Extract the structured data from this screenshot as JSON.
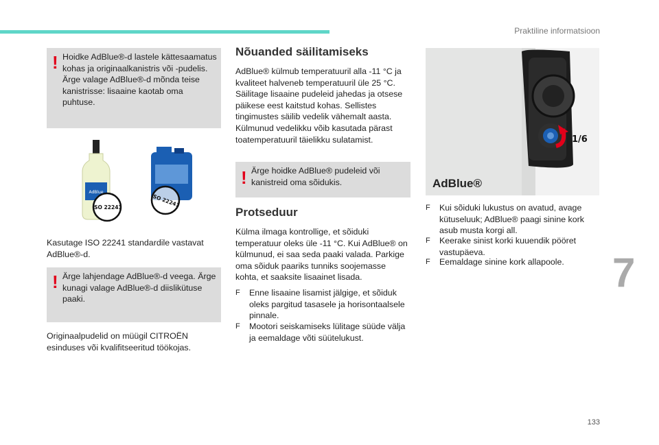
{
  "header": {
    "section_title": "Praktiline informatsioon"
  },
  "chapter": "7",
  "page_number": "133",
  "col1": {
    "warning1": "Hoidke AdBlue®-d lastele kättesaamatus kohas ja originaalkanistris või -pudelis. Ärge valage AdBlue®-d mõnda teise kanistrisse: lisaaine kaotab oma puhtuse.",
    "iso_label_1": "ISO 22241",
    "iso_label_2": "ISO 22241",
    "bottle_label": "AdBlue",
    "para1": "Kasutage ISO 22241 standardile vastavat AdBlue®-d.",
    "warning2": "Ärge lahjendage AdBlue®-d veega. Ärge kunagi valage AdBlue®-d diislikütuse paaki.",
    "para2": "Originaalpudelid on müügil CITROËN esinduses või kvalifitseeritud töökojas."
  },
  "col2": {
    "heading1": "Nõuanded säilitamiseks",
    "para1": "AdBlue® külmub temperatuuril alla -11 °C ja kvaliteet halveneb temperatuuril üle 25 °C. Säilitage lisaaine pudeleid jahedas ja otsese päikese eest kaitstud kohas. Sellistes tingimustes säilib vedelik vähemalt aasta. Külmunud vedelikku võib kasutada pärast toatemperatuuril täielikku sulatamist.",
    "warning": "Ärge hoidke AdBlue® pudeleid või kanistreid oma sõidukis.",
    "heading2": "Protseduur",
    "para2": "Külma ilmaga kontrollige, et sõiduki temperatuur oleks üle -11 °C. Kui AdBlue® on külmunud, ei saa seda paaki valada. Parkige oma sõiduk paariks tunniks soojemasse kohta, et saaksite lisaainet lisada.",
    "bullets": [
      "Enne lisaaine lisamist jälgige, et sõiduk oleks pargitud tasasele ja horisontaalsele pinnale.",
      "Mootori seiskamiseks lülitage süüde välja ja eemaldage võti süütelukust."
    ]
  },
  "col3": {
    "image_caption": "AdBlue®",
    "rotation_label": "1/6",
    "bullets": [
      "Kui sõiduki lukustus on avatud, avage kütuseluuk; AdBlue® paagi sinine kork asub musta korgi all.",
      "Keerake sinist korki kuuendik pööret vastupäeva.",
      "Eemaldage sinine kork allapoole."
    ]
  },
  "bullet_symbol": "F",
  "warning_symbol": "!",
  "colors": {
    "accent_bar": "#5fd6c8",
    "warning_red": "#e2001a",
    "box_grey": "#dcdcdc",
    "adblue_blue": "#1b5fb3"
  }
}
